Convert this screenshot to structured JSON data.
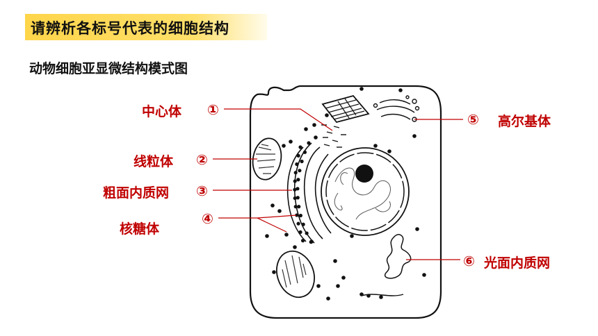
{
  "banner": {
    "text": "请辨析各标号代表的细胞结构",
    "color": "#ffd54a"
  },
  "subtitle": "动物细胞亚显微结构模式图",
  "accent_color": "#c00000",
  "labels": [
    {
      "num": "①",
      "text": "中心体"
    },
    {
      "num": "②",
      "text": "线粒体"
    },
    {
      "num": "③",
      "text": "粗面内质网"
    },
    {
      "num": "④",
      "text": "核糖体"
    },
    {
      "num": "⑤",
      "text": "高尔基体"
    },
    {
      "num": "⑥",
      "text": "光面内质网"
    }
  ]
}
